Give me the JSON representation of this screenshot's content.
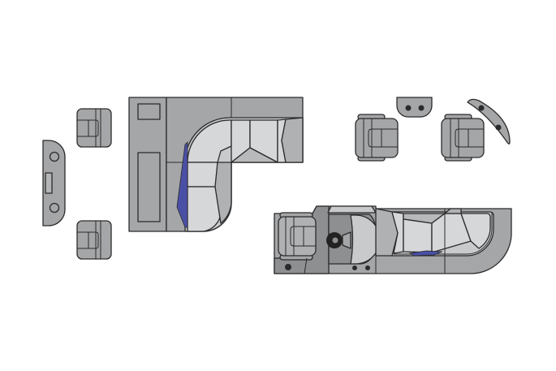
{
  "diagram": {
    "type": "boat-floor-plan",
    "description": "Top-view layout of pontoon boat furniture modules",
    "colors": {
      "background": "#ffffff",
      "base_gray": "#a5a6a8",
      "dark_gray": "#8e8f91",
      "light_gray": "#c9cacc",
      "cushion_light": "#d6d7d9",
      "outline": "#2b2b2b",
      "accent_blue": "#4a4fa6",
      "dark_hardware": "#2a2a2a"
    },
    "components": [
      {
        "id": "side-table-left",
        "label": "Side table with two cup holders and slot"
      },
      {
        "id": "chair-left-top",
        "label": "Lounge chair"
      },
      {
        "id": "chair-left-bottom",
        "label": "Lounge chair"
      },
      {
        "id": "l-sectional",
        "label": "L-shaped sectional with console"
      },
      {
        "id": "chair-right-1",
        "label": "Helm chair"
      },
      {
        "id": "cup-table",
        "label": "Cup holder table"
      },
      {
        "id": "chair-right-2",
        "label": "Helm chair"
      },
      {
        "id": "curved-table",
        "label": "Curved cup holder table"
      },
      {
        "id": "helm-sectional",
        "label": "Helm station with aft sectional"
      }
    ]
  }
}
